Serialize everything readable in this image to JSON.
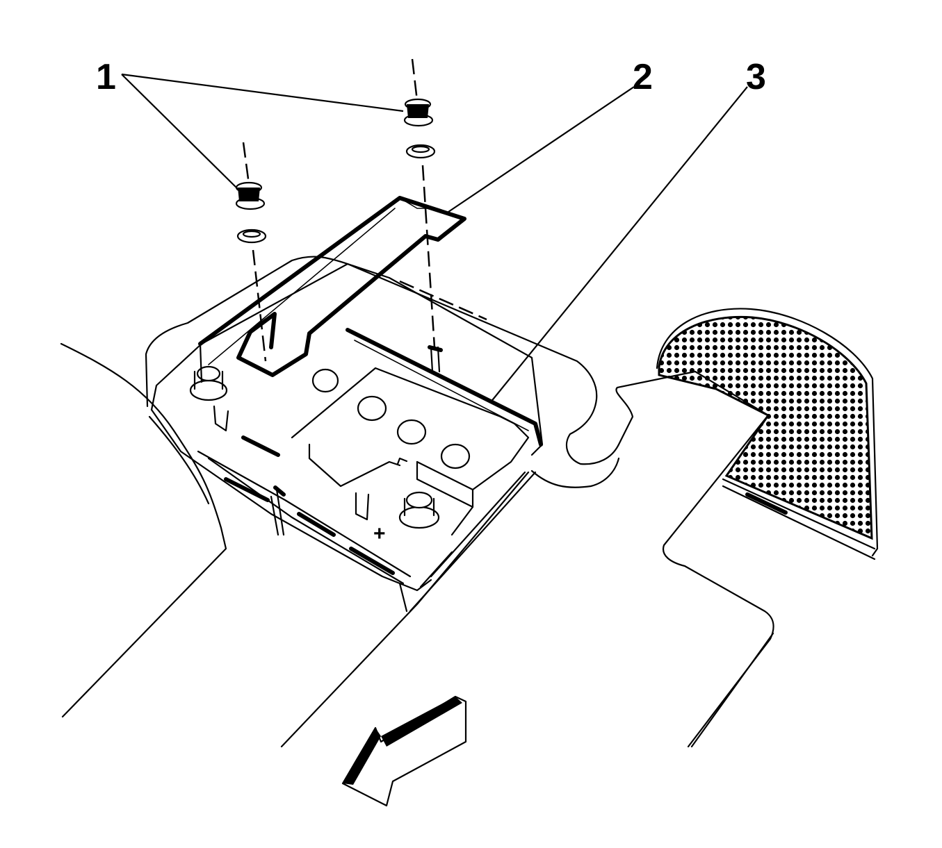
{
  "callouts": [
    {
      "id": "1",
      "label": "1"
    },
    {
      "id": "2",
      "label": "2"
    },
    {
      "id": "3",
      "label": "3"
    }
  ],
  "battery": {
    "polarity_mark": "+"
  },
  "colors": {
    "ink": "#000000",
    "paper": "#ffffff"
  },
  "icons": {
    "direction_arrow": "front-direction-arrow-icon",
    "speaker_grille": "speaker-grille-icon"
  }
}
